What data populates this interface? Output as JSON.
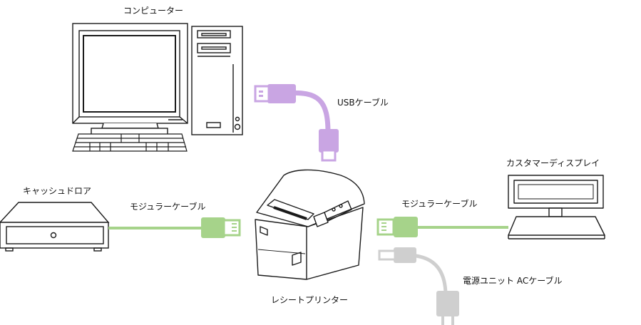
{
  "labels": {
    "computer": "コンピューター",
    "usb_cable": "USBケーブル",
    "customer_display": "カスタマーディスプレイ",
    "cash_drawer": "キャッシュドロア",
    "modular_cable_left": "モジュラーケーブル",
    "modular_cable_right": "モジュラーケーブル",
    "power_cable": "電源ユニット ACケーブル",
    "receipt_printer": "レシートプリンター"
  },
  "colors": {
    "usb_cable": "#c9a5e3",
    "modular_cable": "#a6d38a",
    "power_cable": "#cfcfcf",
    "outline": "#1a1a1a"
  }
}
